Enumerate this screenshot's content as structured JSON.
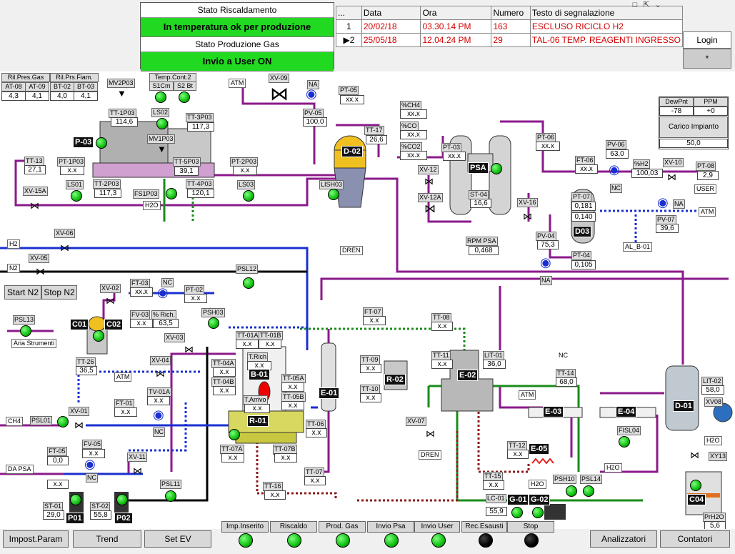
{
  "header": {
    "heating_title": "Stato Riscaldamento",
    "heating_value": "In temperatura ok per produzione",
    "gas_title": "Stato Produzione Gas",
    "gas_value": "Invio a User ON"
  },
  "alarms": {
    "columns": [
      "...",
      "Data",
      "Ora",
      "Numero",
      "Testo di segnalazione"
    ],
    "rows": [
      {
        "n": "1",
        "date": "20/02/18",
        "time": "03.30.14 PM",
        "num": "163",
        "text": "ESCLUSO RICICLO H2"
      },
      {
        "n": "2",
        "date": "25/05/18",
        "time": "12.04.24 PM",
        "num": "29",
        "text": "TAL-06 TEMP. REAGENTI INGRESSO"
      }
    ]
  },
  "login": {
    "label": "Login",
    "value": "*"
  },
  "instruments": {
    "ril_pres_gas": "Ril.Pres.Gas",
    "at08": "AT-08",
    "at09": "AT-09",
    "at08_v": "4,3",
    "at09_v": "4,1",
    "ril_prs_fiam": "Ril.Prs.Fiam.",
    "bt02": "BT-02",
    "bt03": "BT-03",
    "bt02_v": "4,0",
    "bt03_v": "4,1",
    "temp_cont2": "Temp.Cont.2",
    "s1cm": "S1Cm",
    "s2bt": "S2 Bt",
    "mv2p03": "MV2P03",
    "tt1p03": "TT-1P03",
    "tt1p03_v": "114,6",
    "ls02": "LS02",
    "tt3p03": "TT-3P03",
    "tt3p03_v": "117,3",
    "p03": "P-03",
    "mv1p03": "MV1P03",
    "tt13": "TT-13",
    "tt13_v": "27,1",
    "pt1p03": "PT-1P03",
    "pt1p03_v": "x.x",
    "tt5p03": "TT-5P03",
    "tt5p03_v": "39,1",
    "tt2p03": "TT-2P03",
    "tt2p03_v": "117,3",
    "tt4p03": "TT-4P03",
    "tt4p03_v": "120,1",
    "ls01": "LS01",
    "fs1p03": "FS1P03",
    "h2o_a": "H2O",
    "pt2p03": "PT-2P03",
    "pt2p03_v": "x.x",
    "ls03": "LS03",
    "xv15a": "XV-15A",
    "atm_a": "ATM",
    "xv09": "XV-09",
    "na_a": "NA",
    "pv05": "PV-05",
    "pv05_v": "100,0",
    "pt05": "PT-05",
    "pt05_v": "xx.x",
    "tt17": "TT-17",
    "tt17_v": "26,6",
    "d02": "D-02",
    "lish03": "LISH03",
    "dren_a": "DREN",
    "ch4pct": "%CH4",
    "ch4_v": "xx.x",
    "copct": "%CO",
    "co_v": "xx.x",
    "co2pct": "%CO2",
    "co2_v": "xx.x",
    "pt03": "PT-03",
    "pt03_v": "xx.x",
    "psa": "PSA",
    "st04": "ST-04",
    "st04_v": "16,6",
    "xv12": "XV-12",
    "xv12a": "XV-12A",
    "rpm_psa": "RPM PSA",
    "rpm_psa_v": "0,468",
    "pt06": "PT-06",
    "pt06_v": "xx.x",
    "xv16": "XV-16",
    "pv04": "PV-04",
    "pv04_v": "75,3",
    "na_b": "NA",
    "pt07": "PT-07",
    "pt07_v1": "0,181",
    "pt07_v2": "0,140",
    "d03": "D03",
    "pt04": "PT-04",
    "pt04_v": "0,105",
    "ft06": "FT-06",
    "ft06_v": "xx.x",
    "pv06": "PV-06",
    "pv06_v": "63,0",
    "nc_a": "NC",
    "h2pct": "%H2",
    "h2_v": "100,03",
    "xv10": "XV-10",
    "pt08": "PT-08",
    "pt08_v": "2,9",
    "user": "USER",
    "pv07": "PV-07",
    "pv07_v": "39,6",
    "na_c": "NA",
    "atm_b": "ATM",
    "al_b01": "AL_B-01",
    "dewpnt": "DewPnt",
    "ppm": "PPM",
    "dewpnt_v": "-78",
    "ppm_v": "+0",
    "carico": "Carico Impianto",
    "carico_v": "50,0",
    "h2": "H2",
    "xv06": "XV-06",
    "xv05": "XV-05",
    "n2": "N2",
    "psl12": "PSL12",
    "start_n2": "Start N2",
    "stop_n2": "Stop N2",
    "xv02": "XV-02",
    "ft03": "FT-03",
    "ft03_v": "xx.x",
    "pt02": "PT-02",
    "pt02_v": "x.x",
    "nc_b": "NC",
    "fv03": "FV-03",
    "fv03_v": "x.x",
    "rich": "% Rich.",
    "rich_v": "63,5",
    "psh03": "PSH03",
    "psl13": "PSL13",
    "aria": "Aria Strumenti",
    "c01": "C01",
    "c02": "C02",
    "tt26": "TT-26",
    "tt26_v": "36,5",
    "xv03": "XV-03",
    "xv04": "XV-04",
    "atm_c": "ATM",
    "tv01a": "TV-01A",
    "tv01a_v": "x.x",
    "nc_c": "NC",
    "ch4": "CH4",
    "psl01": "PSL01",
    "xv01": "XV-01",
    "ft01": "FT-01",
    "ft01_v": "x.x",
    "ft05": "FT-05",
    "ft05_v": "0,0",
    "fv05": "FV-05",
    "fv05_v": "x.x",
    "nc_d": "NC",
    "xv11": "XV-11",
    "da_psa": "DA PSA",
    "x_x_a": "x.x",
    "psl11": "PSL11",
    "st01": "ST-01",
    "st01_v": "29,0",
    "p01": "P01",
    "st02": "ST-02",
    "st02_v": "55,8",
    "p02": "P02",
    "tt01a": "TT-01A",
    "tt01a_v": "x.x",
    "tt01b": "TT-01B",
    "tt01b_v": "x.x",
    "trich": "T.Rich",
    "trich_v": "x.x",
    "b01": "B-01",
    "tt04a": "TT-04A",
    "tt04a_v": "x.x",
    "tt04b": "TT-04B",
    "tt04b_v": "x.x",
    "tt05a": "TT-05A",
    "tt05a_v": "x.x",
    "tt05b": "TT-05B",
    "tt05b_v": "x.x",
    "tarrivo": "T.Arrivo",
    "tarrivo_v": "x.x",
    "r01": "R-01",
    "tt07a": "TT-07A",
    "tt07a_v": "x.x",
    "tt07b": "TT-07B",
    "tt07b_v": "x.x",
    "tt06": "TT-06",
    "tt06_v": "x.x",
    "tt07": "TT-07",
    "tt07_v": "x.x",
    "tt16": "TT-16",
    "tt16_v": "x.x",
    "e01": "E-01",
    "ft07": "FT-07",
    "ft07_v": "x.x",
    "tt08": "TT-08",
    "tt08_v": "x.x",
    "tt09": "TT-09",
    "tt09_v": "x.x",
    "r02": "R-02",
    "tt10": "TT-10",
    "tt10_v": "x.x",
    "tt11": "TT-11",
    "tt11_v": "x.x",
    "e02": "E-02",
    "lit01": "LIT-01",
    "lit01_v": "36,0",
    "xv07": "XV-07",
    "dren_b": "DREN",
    "nc_e": "NC",
    "tt14": "TT-14",
    "tt14_v": "68,0",
    "atm_d": "ATM",
    "e03": "E-03",
    "e04": "E-04",
    "fisl04": "FISL04",
    "tt12": "TT-12",
    "tt12_v": "x.x",
    "e05": "E-05",
    "h2o_b": "H2O",
    "tt15": "TT-15",
    "tt15_v": "x.x",
    "psh10": "PSH10",
    "psl14": "PSL14",
    "h2o_c": "H2O",
    "lc01": "LC-01",
    "lc01_v": "55,9",
    "g01": "G-01",
    "g02": "G-02",
    "d01": "D-01",
    "lit02": "LIT-02",
    "lit02_v": "58,0",
    "xv08": "XV08",
    "h2o_d": "H2O",
    "xy13": "XY13",
    "c04": "C04",
    "prh20": "PrH2O",
    "prh20_v": "5,6"
  },
  "indicators": {
    "imp_inserito": "Imp.Inserito",
    "riscaldo": "Riscaldo",
    "prod_gas": "Prod. Gas",
    "invio_psa": "Invio Psa",
    "invio_user": "Invio User",
    "rec_esausti": "Rec.Esausti",
    "stop": "Stop"
  },
  "footer": {
    "impost": "Impost.Param",
    "trend": "Trend",
    "setev": "Set EV",
    "analizzatori": "Analizzatori",
    "contatori": "Contatori"
  },
  "colors": {
    "green": "#22d922",
    "purple": "#8b1a8b",
    "blue": "#1a2fd0",
    "dark_red": "#8b1a1a",
    "pipe_green": "#1a8b1a"
  }
}
